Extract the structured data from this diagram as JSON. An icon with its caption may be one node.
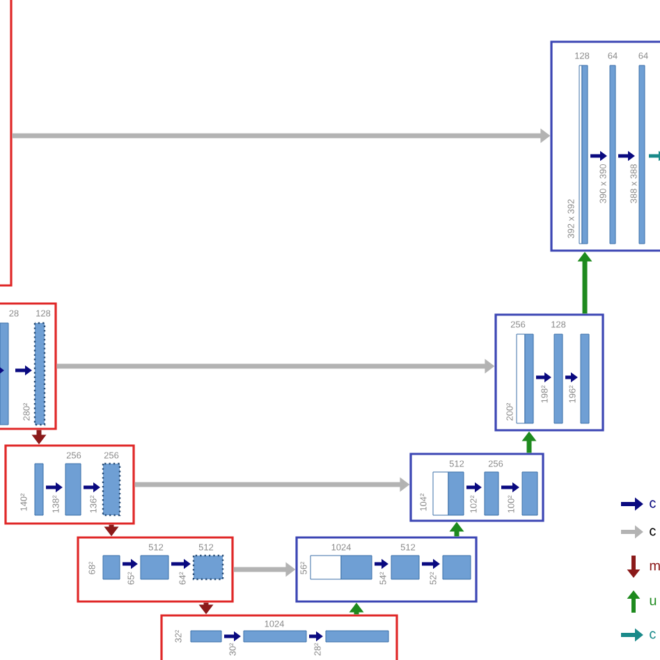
{
  "diagram": {
    "nodes": [
      {
        "text": [],
        "shape": "box"
      },
      {
        "text": [
          "128",
          "64",
          "64",
          "392 x 392",
          "390 x 390",
          "388 x 388"
        ]
      },
      {
        "text": [
          "28",
          "128",
          "280²"
        ]
      },
      {
        "text": [
          "256",
          "128",
          "200²",
          "198²",
          "196²"
        ]
      },
      {
        "text": [
          "256",
          "256",
          "140²",
          "138²",
          "136²"
        ]
      },
      {
        "text": [
          "512",
          "256",
          "104²",
          "102²",
          "100²"
        ]
      },
      {
        "text": [
          "512",
          "512",
          "68²",
          "65²",
          "64²"
        ]
      },
      {
        "text": [
          "1024",
          "512",
          "56²",
          "54²",
          "52²"
        ]
      },
      {
        "text": [
          "1024",
          "32²",
          "30²",
          "28²"
        ]
      }
    ],
    "edges": [
      {
        "from": 0,
        "to": 1,
        "arrow": "to",
        "color": "#b3b3b3"
      },
      {
        "from": 2,
        "to": 3,
        "arrow": "to",
        "color": "#b3b3b3"
      },
      {
        "from": 4,
        "to": 5,
        "arrow": "to",
        "color": "#b3b3b3"
      },
      {
        "from": 6,
        "to": 7,
        "arrow": "to",
        "color": "#b3b3b3"
      },
      {
        "from": 2,
        "to": 4,
        "arrow": "to",
        "color": "#8b1a1a"
      },
      {
        "from": 4,
        "to": 6,
        "arrow": "to",
        "color": "#8b1a1a"
      },
      {
        "from": 6,
        "to": 8,
        "arrow": "to",
        "color": "#8b1a1a"
      },
      {
        "from": 8,
        "to": 7,
        "arrow": "to",
        "color": "#1e8a1e"
      },
      {
        "from": 7,
        "to": 5,
        "arrow": "to",
        "color": "#1e8a1e"
      },
      {
        "from": 5,
        "to": 3,
        "arrow": "to",
        "color": "#1e8a1e"
      },
      {
        "from": 3,
        "to": 1,
        "arrow": "to",
        "color": "#1e8a1e"
      }
    ],
    "legend": [
      {
        "text": "c"
      },
      {
        "text": "c"
      },
      {
        "text": "m"
      },
      {
        "text": "u"
      },
      {
        "text": "c"
      }
    ]
  }
}
